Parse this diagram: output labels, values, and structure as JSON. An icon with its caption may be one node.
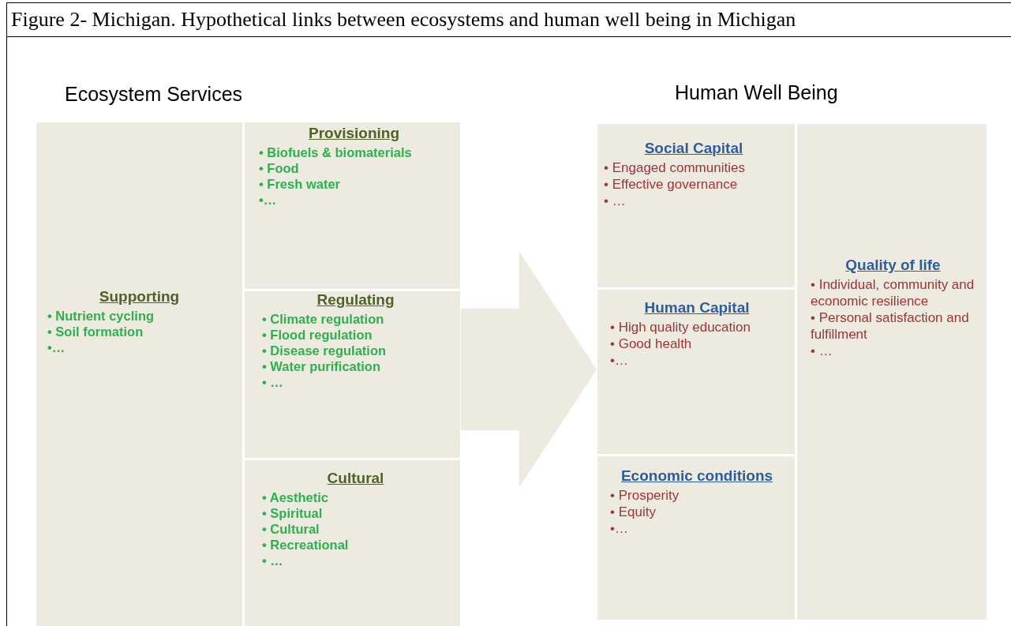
{
  "diagram": {
    "title": "Figure 2- Michigan. Hypothetical links between ecosystems and human well being in Michigan",
    "nodes": [
      {
        "text": [
          "Ecosystem Services"
        ]
      },
      {
        "text": [
          "Supporting",
          "• Nutrient cycling",
          "• Soil formation",
          "•…"
        ],
        "in": 0
      },
      {
        "text": [
          "Provisioning",
          "• Biofuels & biomaterials",
          "• Food",
          "• Fresh water",
          "•…"
        ],
        "in": 0
      },
      {
        "text": [
          "Regulating",
          "• Climate regulation",
          "• Flood regulation",
          "• Disease regulation",
          "• Water purification",
          "• …"
        ],
        "in": 0
      },
      {
        "text": [
          "Cultural",
          "• Aesthetic",
          "• Spiritual",
          "• Cultural",
          "• Recreational",
          "• …"
        ],
        "in": 0
      },
      {
        "text": [
          "Human Well Being"
        ]
      },
      {
        "text": [
          "Social Capital",
          "• Engaged communities",
          "• Effective governance",
          "• …"
        ],
        "in": 5
      },
      {
        "text": [
          "Human Capital",
          "• High quality education",
          "• Good health",
          "•…"
        ],
        "in": 5
      },
      {
        "text": [
          "Economic conditions",
          "• Prosperity",
          "• Equity",
          "•…"
        ],
        "in": 5
      },
      {
        "text": [
          "Quality of life",
          "• Individual, community and economic resilience",
          "• Personal satisfaction and fulfillment",
          "• …"
        ],
        "in": 5
      }
    ],
    "edges": [
      {
        "from": 0,
        "to": 5,
        "arrow": "to",
        "style": "thick"
      }
    ]
  }
}
